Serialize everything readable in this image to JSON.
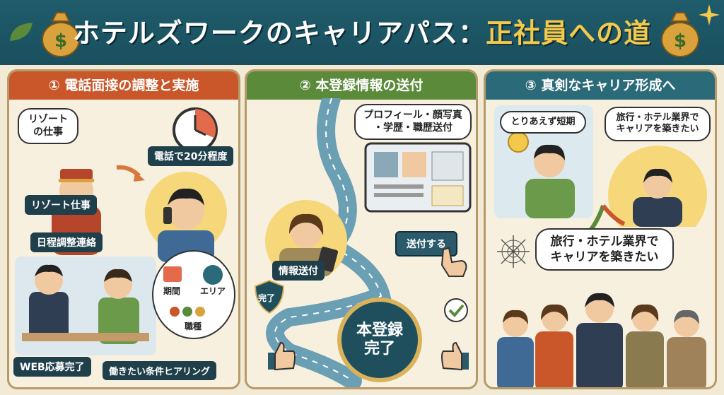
{
  "header": {
    "title_main": "ホテルズワークのキャリアパス：",
    "title_accent": "正社員への道"
  },
  "panels": [
    {
      "title": "① 電話面接の調整と実施",
      "bubble": "リゾート\nの仕事",
      "labels": {
        "resort": "リゾート仕事",
        "phone": "電話で20分程度",
        "schedule": "日程調整連絡",
        "web": "WEB応募完了",
        "hearing": "働きたい条件ヒアリング"
      },
      "cloud": {
        "period": "期間",
        "area": "エリア",
        "job": "職種"
      }
    },
    {
      "title": "② 本登録情報の送付",
      "bubble": "プロフィール・顔写真\n・学歴・職歴送付",
      "labels": {
        "info": "情報送付",
        "send": "送付する",
        "done": "完了"
      },
      "seal": "本登録\n完了"
    },
    {
      "title": "③ 真剣なキャリア形成へ",
      "bubble_short": "とりあえず短期",
      "bubble_hotel": "旅行・ホテル業界で\nキャリアを築きたい",
      "big_bubble": "旅行・ホテル業界で\nキャリアを築きたい"
    }
  ],
  "colors": {
    "banner": "#1a4f5e",
    "accent": "#f2c94c",
    "panel1": "#c9572a",
    "panel2": "#5a8a3a",
    "panel3": "#2b6a78"
  }
}
